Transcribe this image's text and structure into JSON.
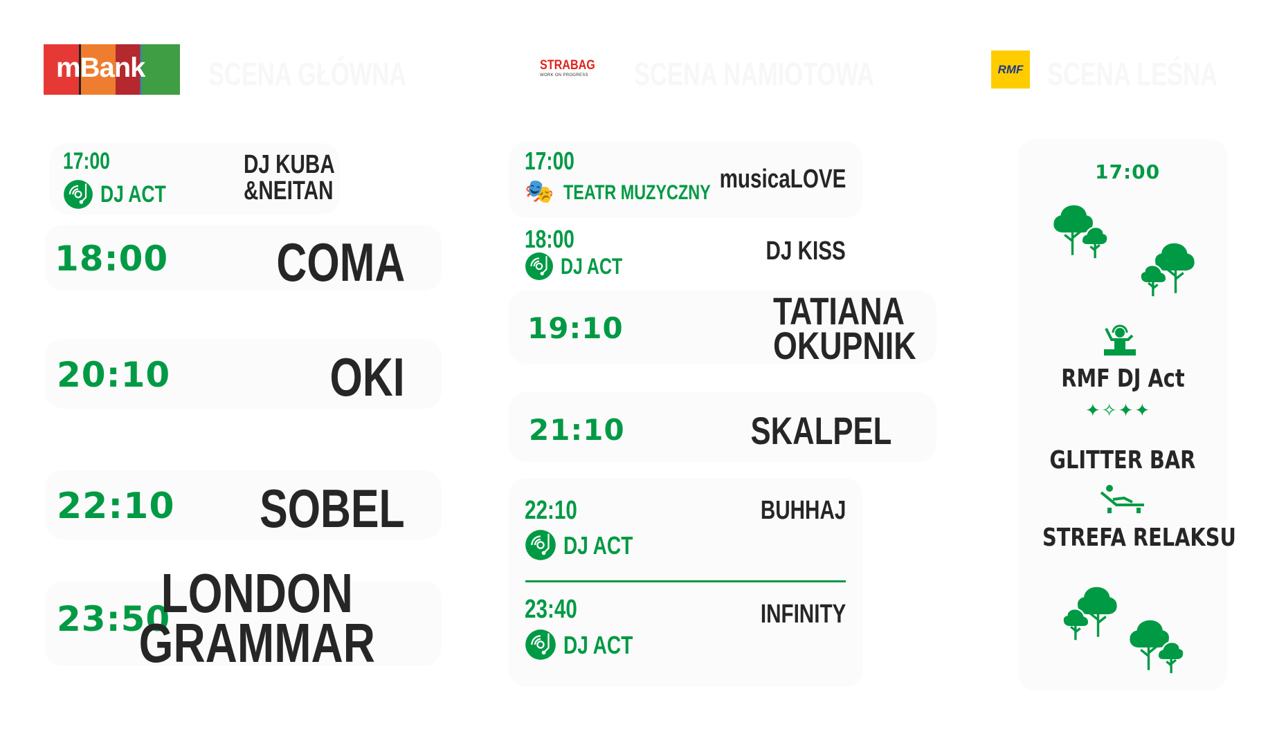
{
  "header": {
    "stages": [
      {
        "sponsor_logo": "mBank",
        "title": "SCENA GŁÓWNA",
        "logo_colors": [
          "#e63935",
          "#ef7d2f",
          "#b5282e",
          "#3f9e43"
        ]
      },
      {
        "sponsor_logo": "STRABAG",
        "sponsor_tagline": "WORK ON PROGRESS",
        "title": "SCENA NAMIOTOWA",
        "logo_color": "#e2231a"
      },
      {
        "sponsor_logo": "RMF",
        "title": "SCENA LEŚNA",
        "logo_color": "#ffcc00"
      }
    ]
  },
  "colors": {
    "accent": "#009a44",
    "text": "#262626"
  },
  "main_stage": {
    "items": [
      {
        "time": "17:00",
        "tag": "DJ ACT",
        "tag_icon": "turntable-icon",
        "artist": "DJ KUBA",
        "artist_line2": "&NEITAN"
      },
      {
        "time": "18:00",
        "artist": "COMA"
      },
      {
        "time": "20:10",
        "artist": "OKI"
      },
      {
        "time": "22:10",
        "artist": "SOBEL"
      },
      {
        "time": "23:50",
        "artist": "LONDON",
        "artist_line2": "GRAMMAR"
      }
    ]
  },
  "tent_stage": {
    "items": [
      {
        "time": "17:00",
        "tag": "TEATR MUZYCZNY",
        "tag_icon": "theater-masks-icon",
        "artist": "musicaLOVE"
      },
      {
        "time": "18:00",
        "tag": "DJ ACT",
        "tag_icon": "turntable-icon",
        "artist": "DJ KISS"
      },
      {
        "time": "19:10",
        "artist": "TATIANA",
        "artist_line2": "OKUPNIK"
      },
      {
        "time": "21:10",
        "artist": "SKALPEL"
      },
      {
        "time": "22:10",
        "tag": "DJ ACT",
        "tag_icon": "turntable-icon",
        "artist": "BUHHAJ"
      },
      {
        "time": "23:40",
        "tag": "DJ ACT",
        "tag_icon": "turntable-icon",
        "artist": "INFINITY"
      }
    ]
  },
  "forest_stage": {
    "time": "17:00",
    "attractions": [
      {
        "label": "RMF DJ Act",
        "icon": "dj-icon"
      },
      {
        "label": "GLITTER BAR",
        "icon": "sparkles-icon"
      },
      {
        "label": "STREFA RELAKSU",
        "icon": "lounge-chair-icon"
      }
    ]
  }
}
